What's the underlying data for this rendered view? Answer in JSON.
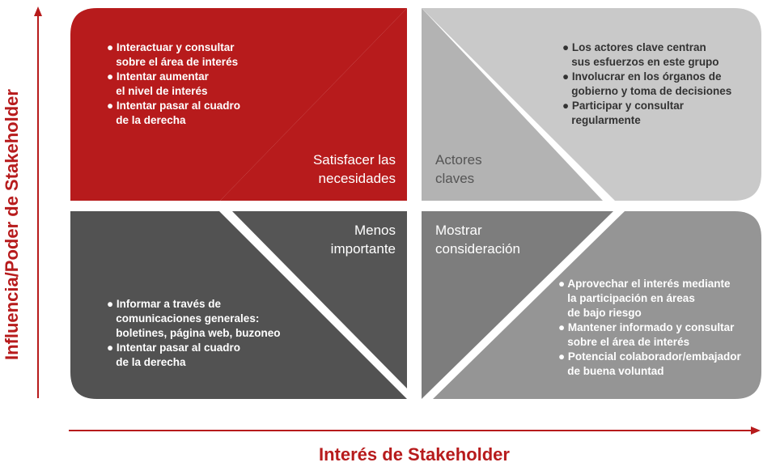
{
  "axes": {
    "y_label": "Influencia/Poder de Stakeholder",
    "x_label": "Interés de Stakeholder"
  },
  "colors": {
    "red": "#b71b1c",
    "light_grey": "#c9c9c9",
    "mid_grey": "#7d7d7d",
    "dark_grey": "#555555",
    "axis": "#b71b1c"
  },
  "quadrants": {
    "top_left": {
      "title": "Satisfacer las\nnecesidades",
      "bullets": [
        "● Interactuar y consultar\n   sobre el área de interés",
        "● Intentar aumentar\n   el nivel de interés",
        "● Intentar pasar al cuadro\n   de la derecha"
      ]
    },
    "top_right": {
      "title": "Actores\nclaves",
      "bullets": [
        "● Los actores clave centran\n   sus esfuerzos en este grupo",
        "● Involucrar en los órganos de\n   gobierno y toma de decisiones",
        "● Participar y consultar\n   regularmente"
      ]
    },
    "bottom_left": {
      "title": "Menos\nimportante",
      "bullets": [
        "● Informar a través de\n   comunicaciones generales:\n   boletines, página web, buzoneo",
        "● Intentar pasar al cuadro\n   de la derecha"
      ]
    },
    "bottom_right": {
      "title": "Mostrar\nconsideración",
      "bullets": [
        "● Aprovechar el interés mediante\n   la participación en áreas\n   de bajo riesgo",
        "● Mantener informado y consultar\n   sobre el área de interés",
        "● Potencial colaborador/embajador\n   de buena voluntad"
      ]
    }
  }
}
